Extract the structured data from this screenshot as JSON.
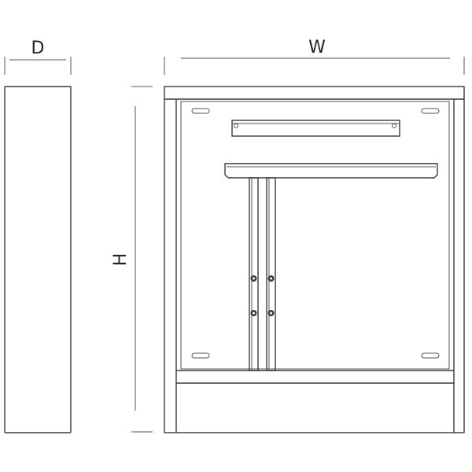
{
  "dimensions": {
    "depth_label": "D",
    "width_label": "W",
    "height_label": "H"
  },
  "colors": {
    "line": "#3a3a3a",
    "background": "#ffffff"
  }
}
